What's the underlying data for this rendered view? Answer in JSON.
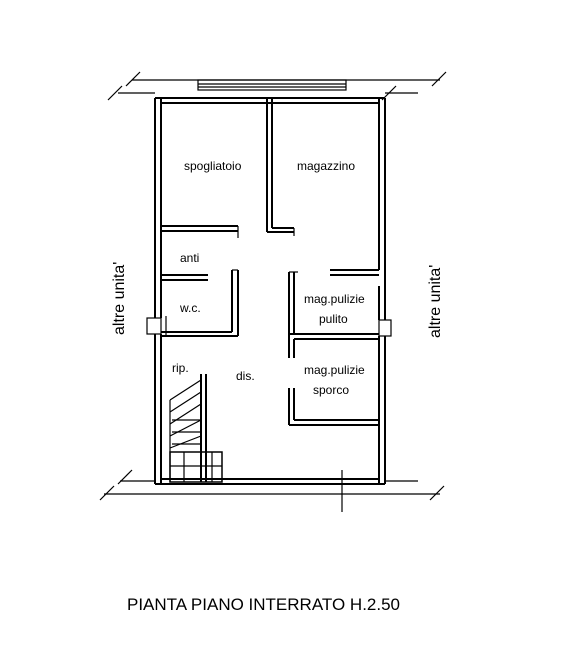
{
  "plan": {
    "rooms": {
      "spogliatoio": "spogliatoio",
      "magazzino": "magazzino",
      "anti": "anti",
      "wc": "w.c.",
      "mag_pulizie_pulito_1": "mag.pulizie",
      "mag_pulizie_pulito_2": "pulito",
      "rip": "rip.",
      "dis": "dis.",
      "mag_pulizie_sporco_1": "mag.pulizie",
      "mag_pulizie_sporco_2": "sporco"
    },
    "left_neighbour": "altre unita'",
    "right_neighbour": "altre unita'",
    "caption": "PIANTA PIANO INTERRATO H.2.50"
  }
}
